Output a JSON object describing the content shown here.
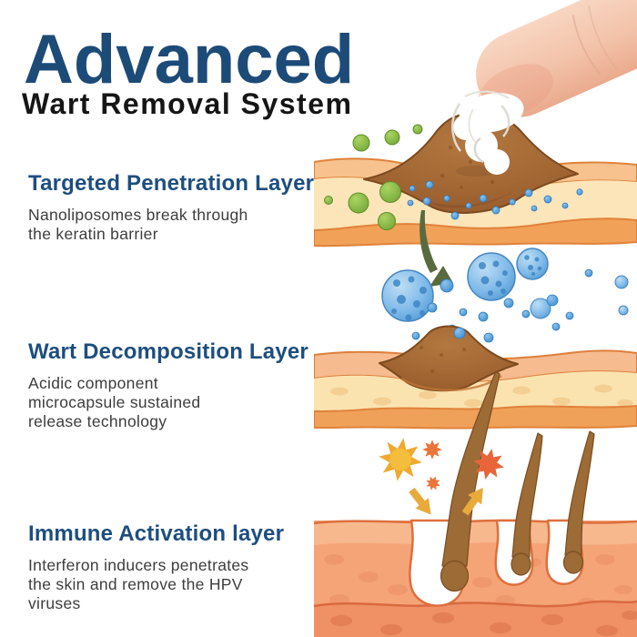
{
  "header": {
    "title": "Advanced",
    "subtitle": "Wart Removal System"
  },
  "sections": [
    {
      "id": "targeted-penetration",
      "title": "Targeted Penetration Layer",
      "body": "Nanoliposomes break through\nthe keratin barrier"
    },
    {
      "id": "wart-decomposition",
      "title": "Wart Decomposition Layer",
      "body": "Acidic component\nmicrocapsule sustained\nrelease technology"
    },
    {
      "id": "immune-activation",
      "title": "Immune Activation layer",
      "body": "Interferon inducers penetrates\nthe skin and remove the HPV\nviruses"
    }
  ],
  "illustrations": [
    {
      "name": "finger-applying-cream-to-wart",
      "elements": [
        "finger",
        "white-cream-swirl",
        "wart-bump",
        "skin-layers",
        "green-nanoliposome-particles",
        "blue-particles"
      ]
    },
    {
      "name": "microcapsule-release-on-wart",
      "elements": [
        "down-arrow",
        "blue-microcapsule-spheres",
        "blue-particles",
        "wart-bump",
        "skin-layers"
      ]
    },
    {
      "name": "immune-response-hair-follicles",
      "elements": [
        "sun-burst",
        "virus-stars",
        "yellow-arrows",
        "hair-follicles",
        "dermis-layers"
      ]
    }
  ],
  "colors": {
    "title_blue": "#1d4b78",
    "heading_blue": "#1d4e7f",
    "body_text": "#3d3d3d",
    "skin_peach_band": "#f7c28e",
    "skin_band_outline": "#e0823a",
    "skin_cream_band": "#fce5b8",
    "skin_orange_band": "#f2a159",
    "wart_brown": "#a96d38",
    "wart_outline": "#7c4a1e",
    "green_particle": "#85ba45",
    "blue_particle": "#4d9ddb",
    "microcapsule_blue": "#7db8e8",
    "arrow_olive": "#5a6a3f",
    "dermis_salmon": "#f5a478",
    "dermis_outline": "#dd6f3e",
    "hair_brown": "#9c6b36",
    "sun_yellow": "#f0a92f",
    "virus_orange": "#e8643a",
    "arrow_yellow": "#e9aa3c",
    "finger_skin": "#f6cdb6",
    "cream_white": "#ffffff"
  }
}
